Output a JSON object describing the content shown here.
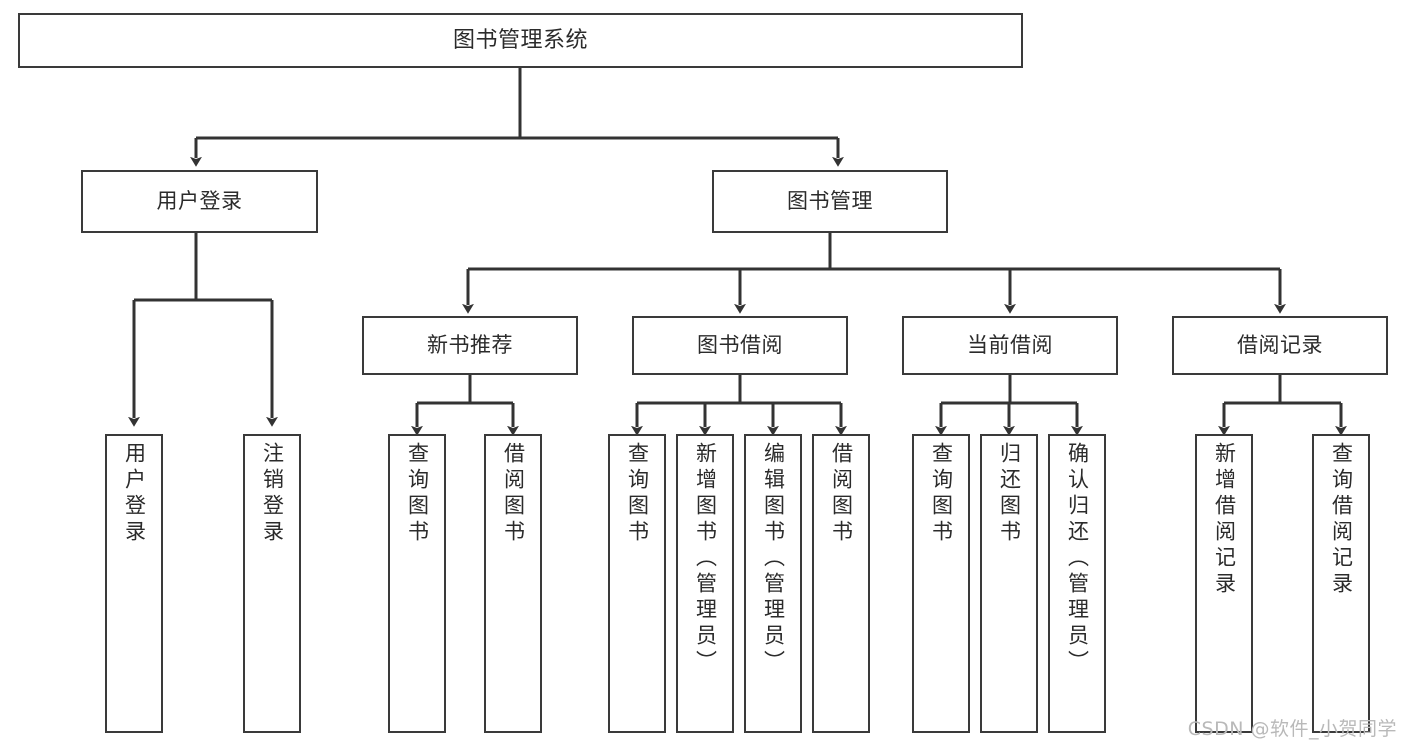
{
  "diagram": {
    "type": "tree",
    "title": "图书管理系统",
    "orientation": "top-down",
    "colors": {
      "box_border": "#3a3a3a",
      "box_fill": "#ffffff",
      "connector": "#333333",
      "text": "#2b2b2b",
      "watermark": "#b9b9b9"
    },
    "root": {
      "label": "图书管理系统",
      "orientation": "horizontal"
    },
    "level2": [
      {
        "label": "用户登录",
        "orientation": "horizontal"
      },
      {
        "label": "图书管理",
        "orientation": "horizontal"
      }
    ],
    "level3": [
      {
        "label": "新书推荐",
        "orientation": "horizontal"
      },
      {
        "label": "图书借阅",
        "orientation": "horizontal"
      },
      {
        "label": "当前借阅",
        "orientation": "horizontal"
      },
      {
        "label": "借阅记录",
        "orientation": "horizontal"
      }
    ],
    "leaves": {
      "user_login": [
        {
          "label": "用户登录",
          "orientation": "vertical"
        },
        {
          "label": "注销登录",
          "orientation": "vertical"
        }
      ],
      "new_book_recommend": [
        {
          "label": "查询图书",
          "orientation": "vertical"
        },
        {
          "label": "借阅图书",
          "orientation": "vertical"
        }
      ],
      "book_borrow": [
        {
          "label": "查询图书",
          "orientation": "vertical"
        },
        {
          "label": "新增图书（管理员）",
          "orientation": "vertical"
        },
        {
          "label": "编辑图书（管理员）",
          "orientation": "vertical"
        },
        {
          "label": "借阅图书",
          "orientation": "vertical"
        }
      ],
      "current_borrow": [
        {
          "label": "查询图书",
          "orientation": "vertical"
        },
        {
          "label": "归还图书",
          "orientation": "vertical"
        },
        {
          "label": "确认归还（管理员）",
          "orientation": "vertical"
        }
      ],
      "borrow_record": [
        {
          "label": "新增借阅记录",
          "orientation": "vertical"
        },
        {
          "label": "查询借阅记录",
          "orientation": "vertical"
        }
      ]
    }
  },
  "watermark": {
    "text": "CSDN @软件_小贺同学"
  }
}
